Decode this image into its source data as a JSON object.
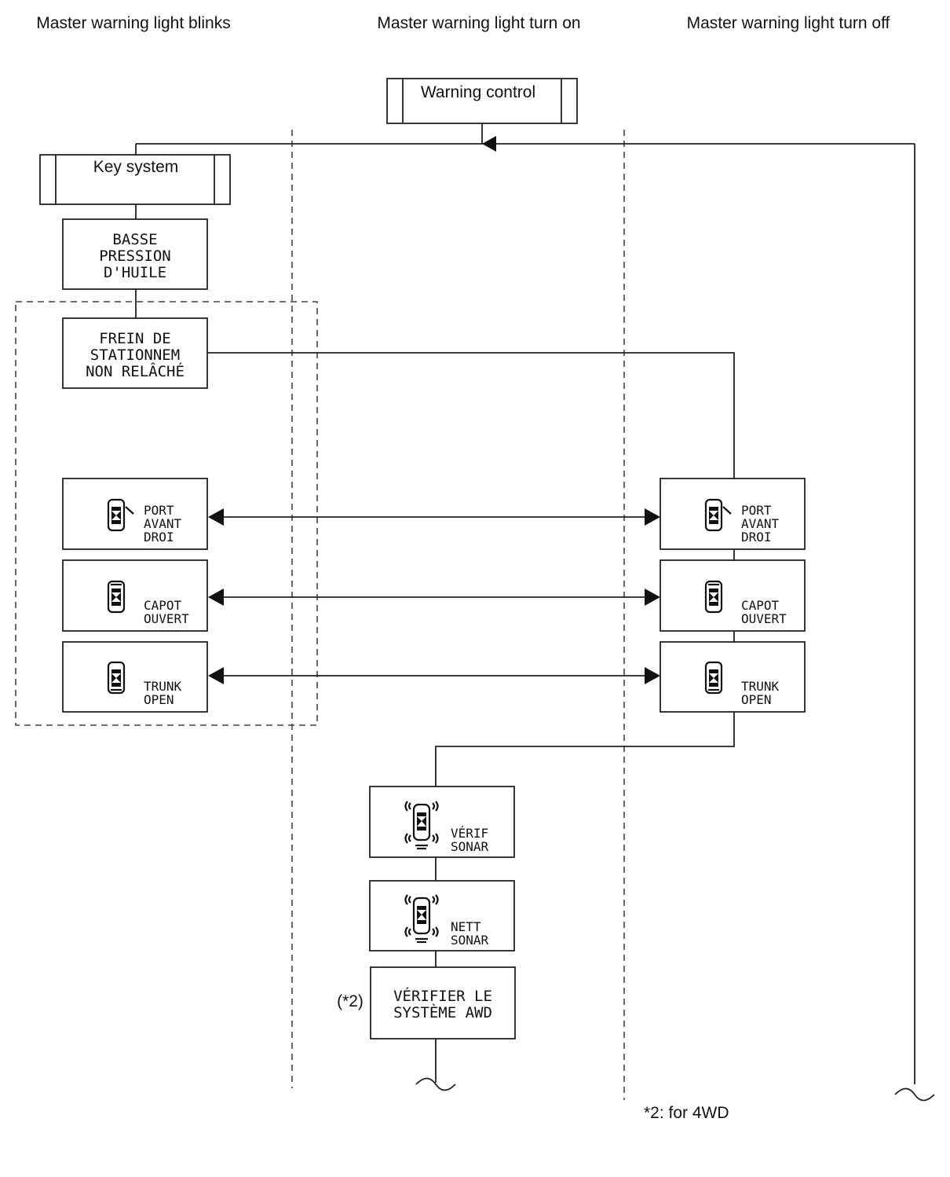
{
  "columns": {
    "blinks": "Master warning light blinks",
    "turn_on": "Master warning light turn on",
    "turn_off": "Master warning light turn off"
  },
  "controls": {
    "warning_control": "Warning control",
    "key_system": "Key system"
  },
  "left_boxes": {
    "oil_pressure": [
      "BASSE",
      "PRESSION",
      "D'HUILE"
    ],
    "parking_brake": [
      "FREIN DE",
      "STATIONNEM",
      "NON RELÂCHÉ"
    ],
    "door_front_right": [
      "PORT",
      "AVANT",
      "DROI"
    ],
    "hood_open": [
      "CAPOT",
      "OUVERT"
    ],
    "trunk_open": [
      "TRUNK",
      "OPEN"
    ]
  },
  "right_boxes": {
    "door_front_right": [
      "PORT",
      "AVANT",
      "DROI"
    ],
    "hood_open": [
      "CAPOT",
      "OUVERT"
    ],
    "trunk_open": [
      "TRUNK",
      "OPEN"
    ]
  },
  "center_boxes": {
    "sonar_check": [
      "VÉRIF",
      "SONAR"
    ],
    "sonar_clean": [
      "NETT",
      "SONAR"
    ],
    "awd_check": [
      "VÉRIFIER LE",
      "SYSTÈME AWD"
    ]
  },
  "awd_marker": "(*2)",
  "footnote": "*2: for 4WD",
  "icons": [
    "car-door-open-icon",
    "car-hood-icon",
    "car-trunk-icon",
    "sonar-car-icon"
  ]
}
